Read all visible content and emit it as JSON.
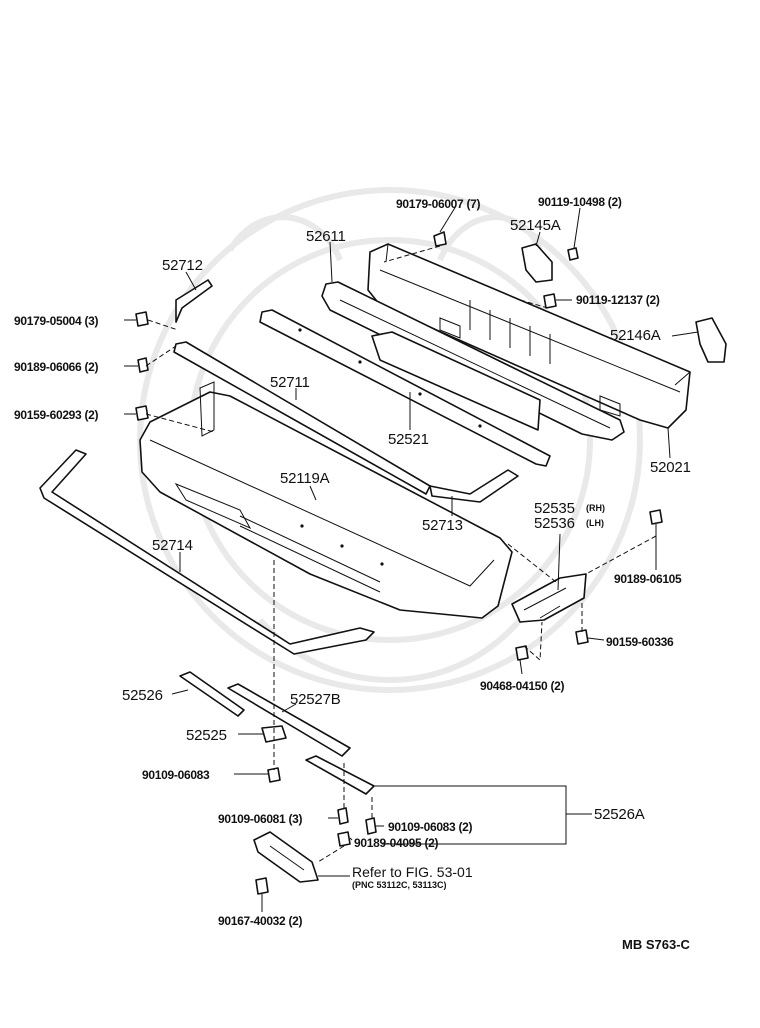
{
  "diagram": {
    "labels": {
      "p52611": "52611",
      "p52145a": "52145A",
      "p90179_06007": "90179-06007 (7)",
      "p90119_10498": "90119-10498 (2)",
      "p90119_12137": "90119-12137 (2)",
      "p52146a": "52146A",
      "p52021": "52021",
      "p52712": "52712",
      "p90179_05004": "90179-05004 (3)",
      "p90189_06066": "90189-06066 (2)",
      "p90159_60293": "90159-60293 (2)",
      "p52711": "52711",
      "p52521": "52521",
      "p52119a": "52119A",
      "p52713": "52713",
      "p52535": "52535",
      "p52535_side": "(RH)",
      "p52536": "52536",
      "p52536_side": "(LH)",
      "p90189_06105": "90189-06105",
      "p52714": "52714",
      "p90159_60336": "90159-60336",
      "p90468_04150": "90468-04150 (2)",
      "p52526": "52526",
      "p52527b": "52527B",
      "p52525": "52525",
      "p90109_06083a": "90109-06083",
      "p90109_06081": "90109-06081 (3)",
      "p90109_06083b": "90109-06083 (2)",
      "p90189_04095": "90189-04095 (2)",
      "p52526a": "52526A",
      "refer_note": "Refer to FIG. 53-01",
      "refer_pnc": "(PNC 53112C, 53113C)",
      "p90167_40032": "90167-40032 (2)",
      "figure_code": "MB  S763-C"
    }
  }
}
